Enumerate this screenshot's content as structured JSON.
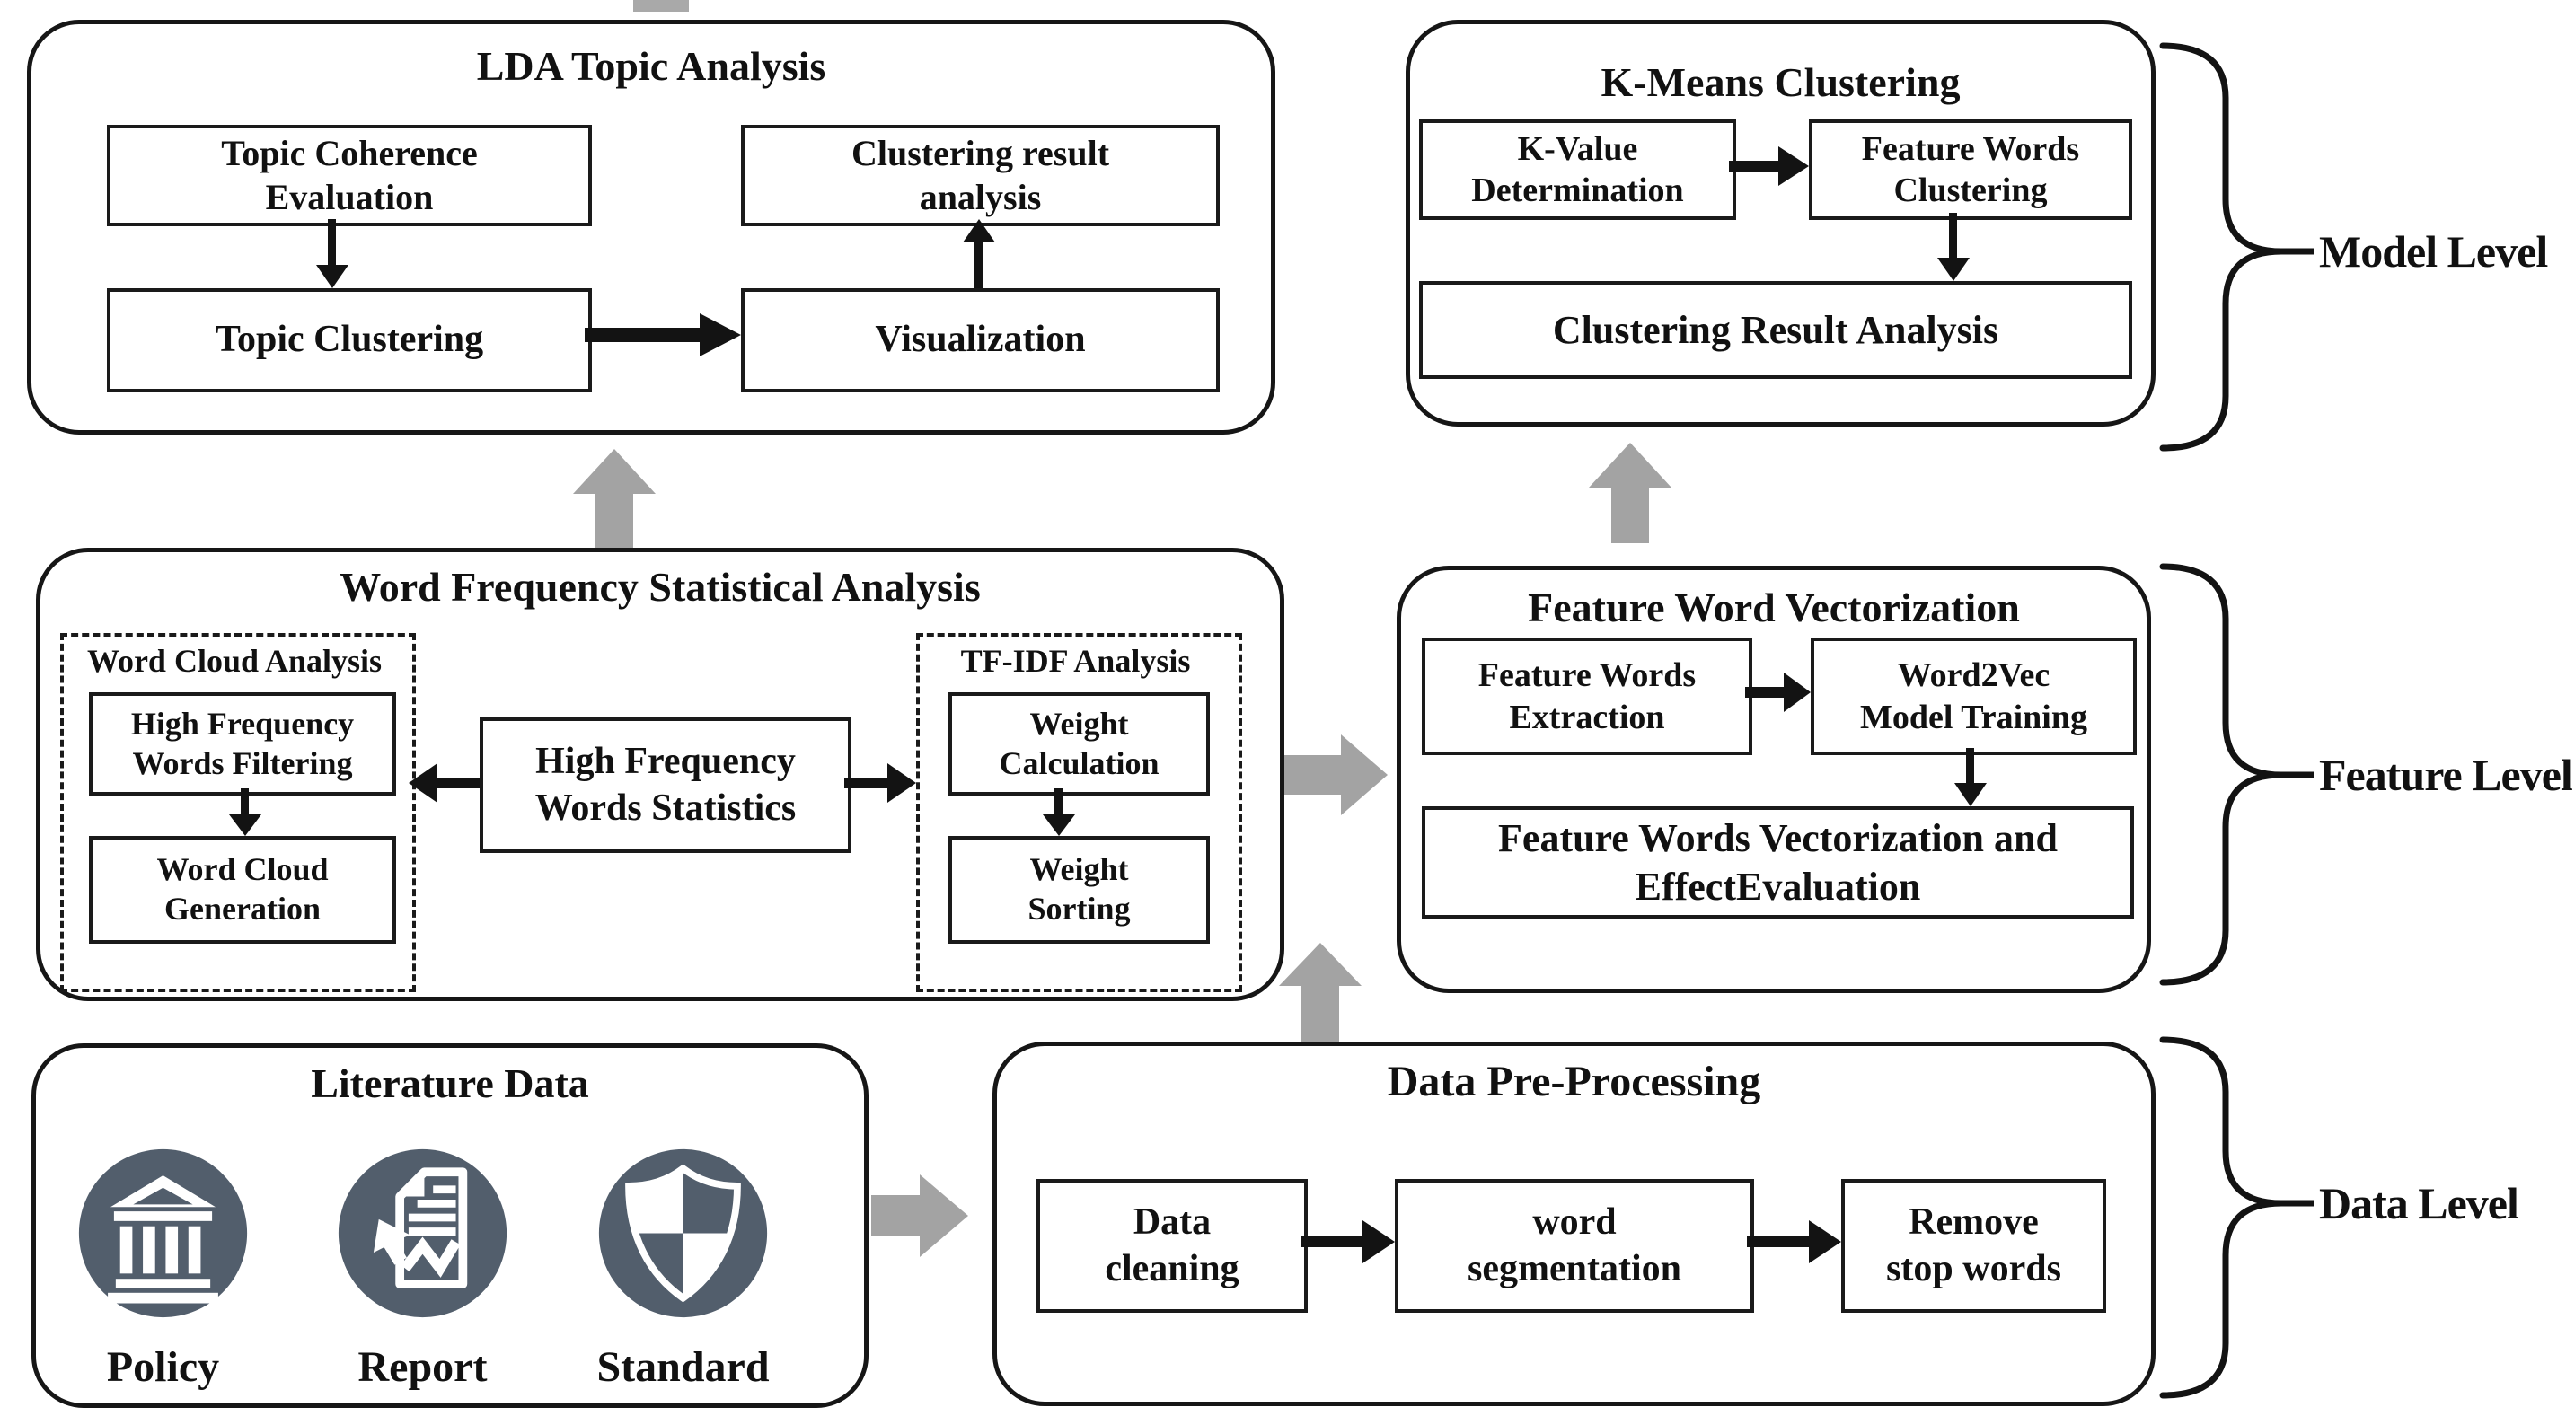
{
  "panels": {
    "lda": {
      "title": "LDA Topic Analysis",
      "boxes": {
        "topic_coherence": "Topic Coherence\nEvaluation",
        "clustering_result": "Clustering result\nanalysis",
        "topic_clustering": "Topic Clustering",
        "visualization": "Visualization"
      }
    },
    "kmeans": {
      "title": "K-Means Clustering",
      "boxes": {
        "k_value": "K-Value\nDetermination",
        "feature_words_clustering": "Feature Words\nClustering",
        "clustering_result_analysis": "Clustering Result Analysis"
      }
    },
    "word_freq": {
      "title": "Word Frequency Statistical Analysis",
      "groups": {
        "word_cloud": "Word Cloud Analysis",
        "tfidf": "TF-IDF Analysis"
      },
      "boxes": {
        "hf_filtering": "High Frequency\nWords Filtering",
        "wc_generation": "Word Cloud\nGeneration",
        "hf_statistics": "High Frequency\nWords Statistics",
        "weight_calc": "Weight\nCalculation",
        "weight_sort": "Weight\nSorting"
      }
    },
    "feature_vec": {
      "title": "Feature Word Vectorization",
      "boxes": {
        "fw_extraction": "Feature Words\nExtraction",
        "w2v_training": "Word2Vec\nModel Training",
        "fw_vectorization": "Feature Words Vectorization and\nEffectEvaluation"
      }
    },
    "literature": {
      "title": "Literature Data",
      "items": [
        {
          "icon": "bank-icon",
          "label": "Policy"
        },
        {
          "icon": "report-document-icon",
          "label": "Report"
        },
        {
          "icon": "shield-icon",
          "label": "Standard"
        }
      ]
    },
    "preprocessing": {
      "title": "Data Pre-Processing",
      "boxes": {
        "cleaning": "Data\ncleaning",
        "segmentation": "word\nsegmentation",
        "stop_words": "Remove\nstop words"
      }
    }
  },
  "levels": [
    {
      "label": "Model Level"
    },
    {
      "label": "Feature Level"
    },
    {
      "label": "Data Level"
    }
  ],
  "colors": {
    "line": "#131313",
    "gray_arrow": "#a3a3a3",
    "icon_circle": "#525e6c"
  }
}
